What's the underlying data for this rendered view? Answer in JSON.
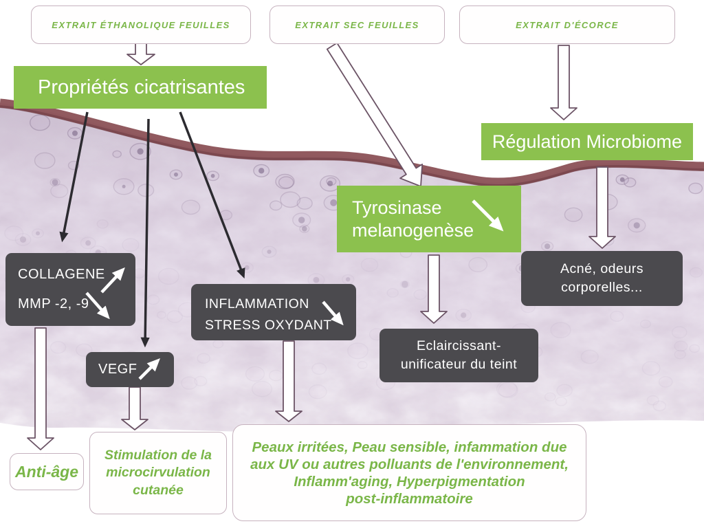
{
  "palette": {
    "green": "#8cc14e",
    "green_text": "#7ab648",
    "dark_box": "#4b4a4e",
    "box_border": "#c6b2be",
    "arrow_outline": "#6b5365",
    "black_arrow": "#2c2b30",
    "band_red": "#8b5156",
    "tissue_light": "#e9e2ed"
  },
  "sources": {
    "ethanolique": "EXTRAIT ÉTHANOLIQUE FEUILLES",
    "sec": "EXTRAIT SEC FEUILLES",
    "ecorce": "EXTRAIT D'ÉCORCE"
  },
  "properties": {
    "cicatrisantes": "Propriétés cicatrisantes",
    "microbiome": "Régulation Microbiome",
    "tyrosinase": {
      "lines": [
        "Tyrosinase",
        "melanogenèse"
      ]
    }
  },
  "markers": {
    "collagene": {
      "lines": [
        "COLLAGENE",
        "MMP -2, -9"
      ]
    },
    "vegf": "VEGF",
    "inflammation": {
      "lines": [
        "INFLAMMATION",
        "STRESS OXYDANT"
      ]
    },
    "acne": {
      "lines": [
        "Acné, odeurs",
        "corporelles..."
      ]
    },
    "eclaircissant": {
      "lines": [
        "Eclaircissant-",
        "unificateur du teint"
      ]
    }
  },
  "benefits": {
    "anti_age": "Anti-âge",
    "stimulation": {
      "lines": [
        "Stimulation de la",
        "microcirvulation",
        "cutanée"
      ]
    },
    "peaux": {
      "lines": [
        "Peaux irritées, Peau sensible, infammation due",
        "aux UV ou autres polluants de l'environnement,",
        "Inflamm'aging, Hyperpigmentation",
        "post-inflammatoire"
      ]
    }
  }
}
